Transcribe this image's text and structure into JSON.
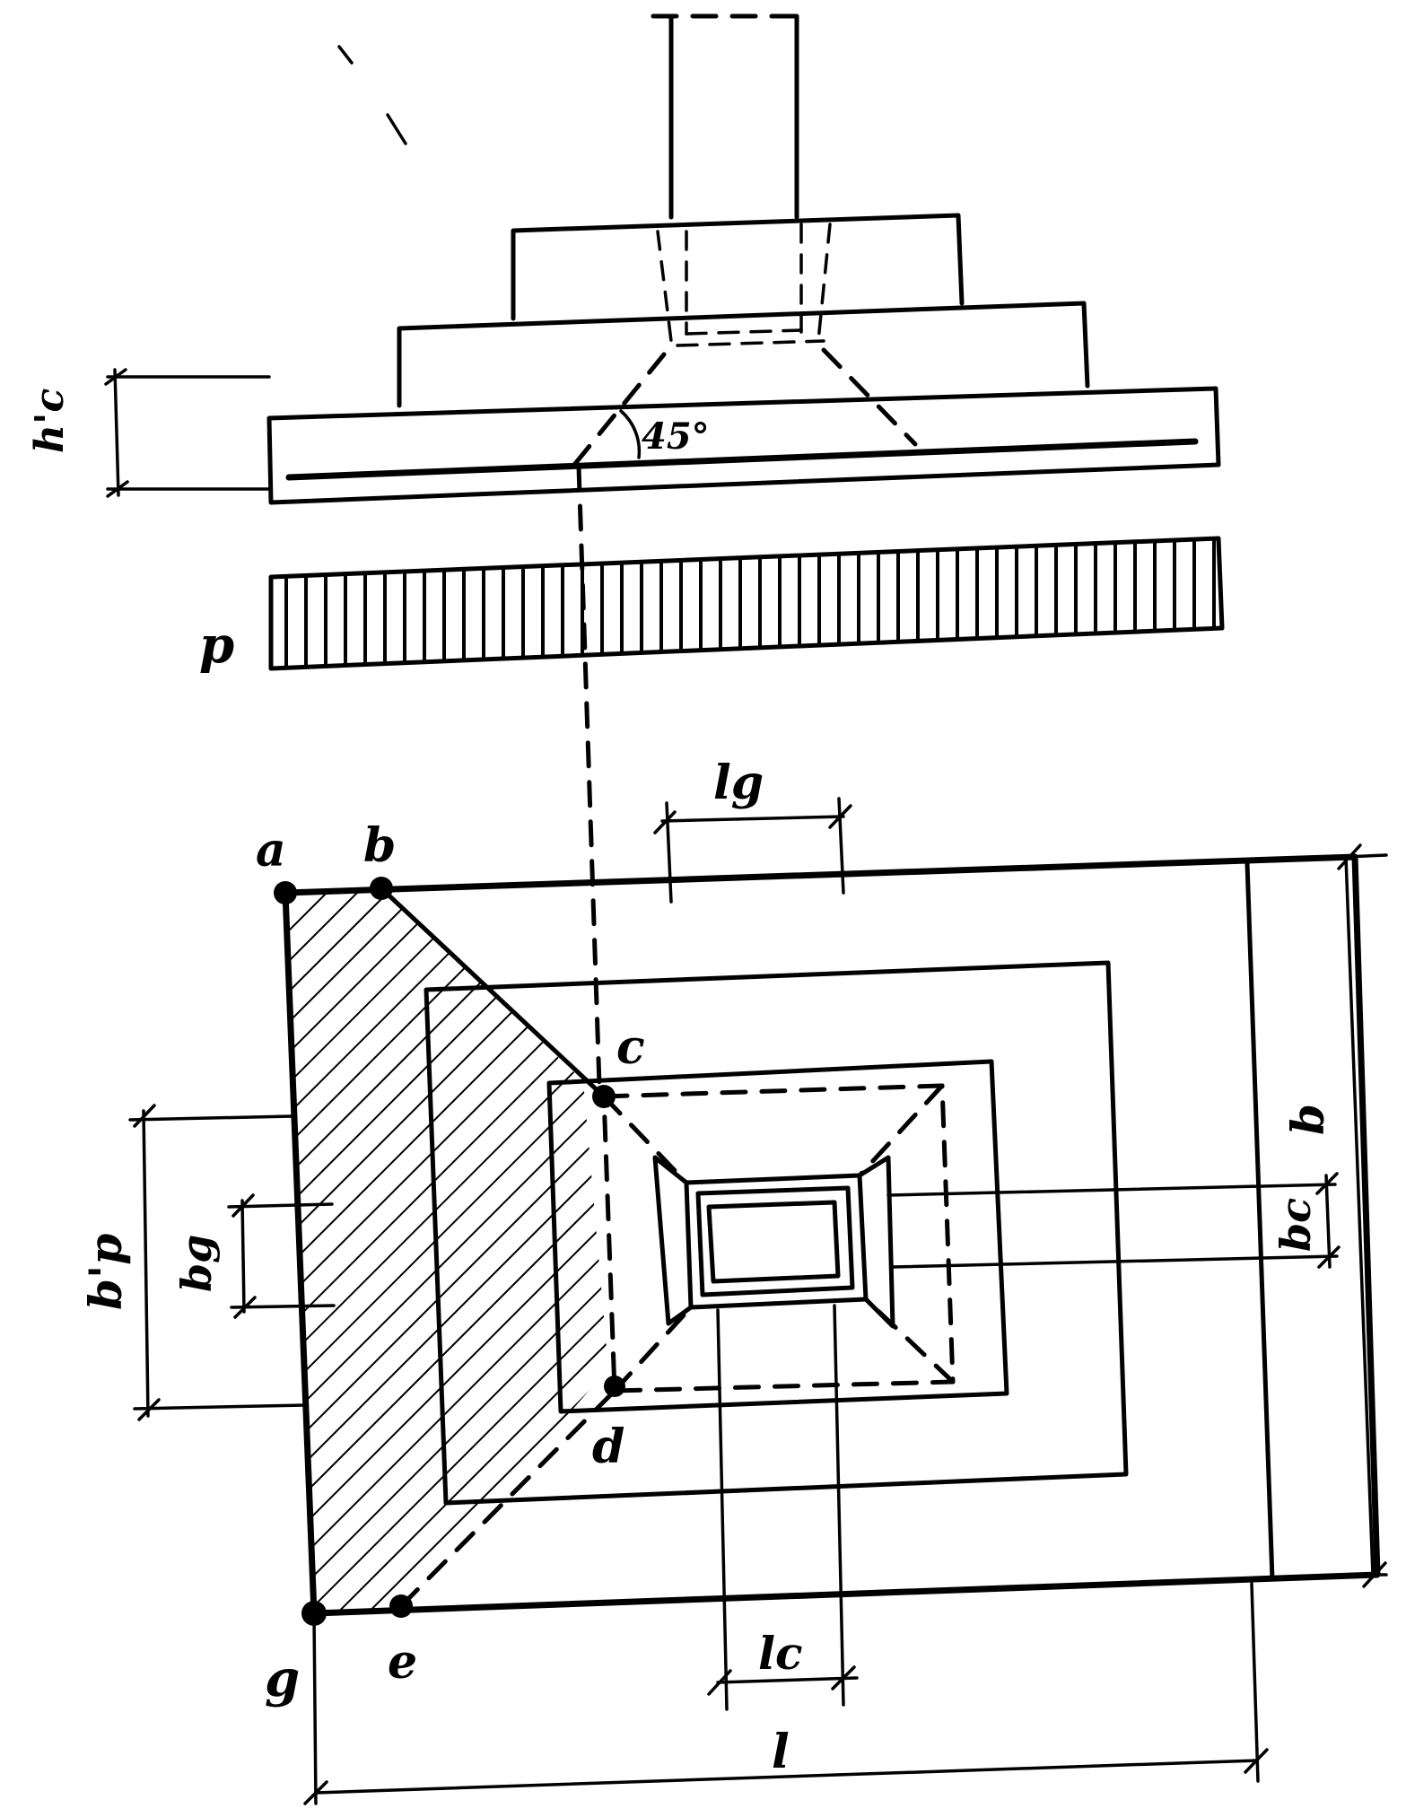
{
  "figure": {
    "angle_label": "45°",
    "load_label": "p",
    "height_label": "h'c",
    "corner_labels": {
      "a": "a",
      "b": "b",
      "c": "c",
      "d": "d",
      "g": "g",
      "e": "e"
    },
    "dimension_labels": {
      "lg": "lg",
      "lc": "lc",
      "l": "l",
      "b": "b",
      "bc": "bc",
      "bg": "bg",
      "bp": "b'p"
    }
  }
}
